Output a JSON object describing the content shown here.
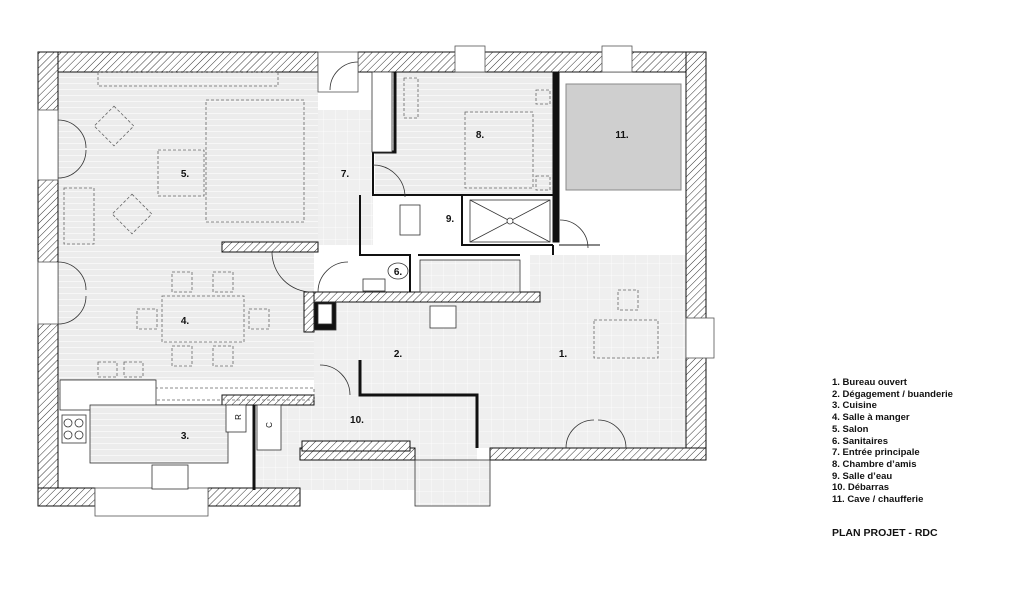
{
  "rooms": {
    "r1": "1.",
    "r2": "2.",
    "r3": "3.",
    "r4": "4.",
    "r5": "5.",
    "r6": "6.",
    "r7": "7.",
    "r8": "8.",
    "r9": "9.",
    "r10": "10.",
    "r11": "11."
  },
  "appliance_labels": {
    "fridge": "R",
    "cabinet": "C"
  },
  "legend": [
    "1. Bureau ouvert",
    "2. Dégagement / buanderie",
    "3. Cuisine",
    "4. Salle à manger",
    "5. Salon",
    "6. Sanitaires",
    "7. Entrée principale",
    "8. Chambre d’amis",
    "9. Salle d’eau",
    "10. Débarras",
    "11. Cave / chaufferie"
  ],
  "plan_title": "PLAN PROJET - RDC",
  "colors": {
    "wall": "#111111",
    "floor": "#ececec",
    "cave": "#cfcfcf"
  }
}
